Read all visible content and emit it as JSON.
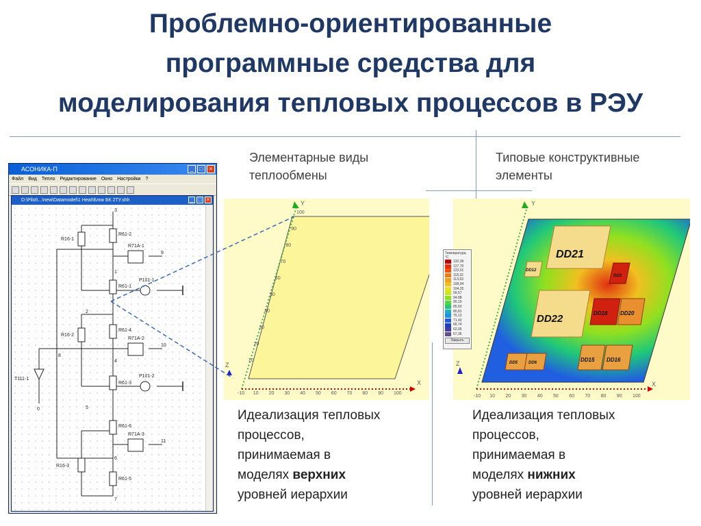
{
  "title": {
    "line1": "Проблемно-ориентированные",
    "line2": "программные средства для",
    "line3": "моделирования тепловых процессов в РЭУ"
  },
  "captions": {
    "left_top_1": "Элементарные виды",
    "left_top_2": "теплообмены",
    "right_top_1": "Типовые конструктивные",
    "right_top_2": "элементы",
    "left_bottom_1": "Идеализация тепловых",
    "left_bottom_2": "процессов,",
    "left_bottom_3": "принимаемая в",
    "left_bottom_4_pre": "моделях ",
    "left_bottom_4_bold": "верхних",
    "left_bottom_5": "уровней иерархии",
    "right_bottom_1": "Идеализация тепловых",
    "right_bottom_2": "процессов,",
    "right_bottom_3": "принимаемая в",
    "right_bottom_4_pre": "моделях ",
    "right_bottom_4_bold": "нижних",
    "right_bottom_5": "уровней иерархии"
  },
  "app": {
    "title": "АСОНИКА-П",
    "menu": [
      "Файл",
      "Вид",
      "Тепло",
      "Редактирование",
      "Окно",
      "Настройки",
      "?"
    ],
    "doc_title": "D:\\Pilot\\...\\new\\Datamodel\\1 Heat\\Блок БК 2ТУ.shh"
  },
  "schematic": {
    "nodes": [
      "3",
      "1",
      "2",
      "4",
      "5",
      "6",
      "7",
      "8",
      "9",
      "10",
      "11",
      "0"
    ],
    "labels": [
      "R16-1",
      "R61-2",
      "R71A-1",
      "R61-1",
      "P101-1",
      "R16-2",
      "R61-4",
      "R71A-2",
      "R61-3",
      "P101-2",
      "R61-6",
      "R71A-3",
      "R16-3",
      "R61-5",
      "T111-1"
    ]
  },
  "plot": {
    "axis_x": "X",
    "axis_y": "Y",
    "axis_z": "Z",
    "ticks_x": [
      "-10",
      "10",
      "20",
      "30",
      "40",
      "50",
      "60",
      "70",
      "80",
      "90",
      "100"
    ],
    "ticks_y": [
      "10",
      "20",
      "30",
      "40",
      "50",
      "60",
      "70",
      "80",
      "90",
      "100"
    ]
  },
  "legend": {
    "title": "Температура, °С",
    "values": [
      "132,39",
      "127,70",
      "123,01",
      "118,32",
      "113,63",
      "108,94",
      "104,25",
      "99,57",
      "94,88",
      "90,19",
      "85,50",
      "80,81",
      "76,12",
      "71,43",
      "66,74",
      "62,05",
      "57,36"
    ],
    "colors": [
      "#c00000",
      "#e03010",
      "#f05010",
      "#f07a10",
      "#f0a020",
      "#f0c020",
      "#e8e020",
      "#c8e820",
      "#90e020",
      "#50d840",
      "#20c878",
      "#20b0c0",
      "#2090e0",
      "#2060e0",
      "#2040c0",
      "#4040a0",
      "#605090"
    ],
    "button": "Закрыть"
  },
  "components": [
    "DD21",
    "DD12",
    "DD3",
    "DD22",
    "DD18",
    "DD20",
    "DD5",
    "DD6",
    "DD15",
    "DD16"
  ]
}
